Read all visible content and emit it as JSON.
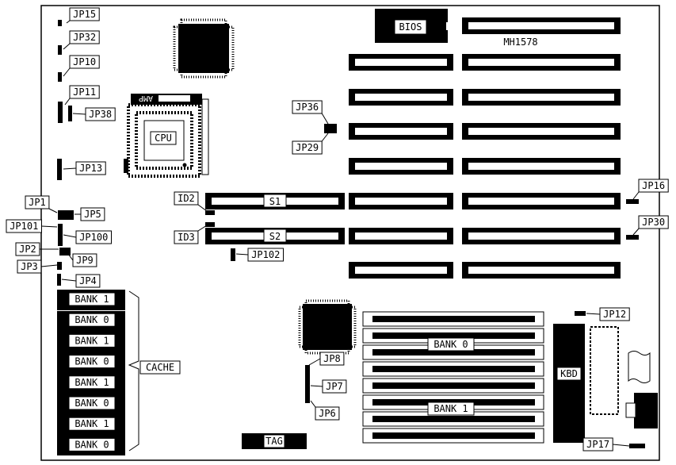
{
  "board": {
    "model": "MH1578",
    "bios": "BIOS",
    "cpu": "CPU",
    "socket_brand": "AMP",
    "kbd": "KBD",
    "tag": "TAG",
    "cache": "CACHE",
    "s1": "S1",
    "s2": "S2",
    "simm_bank0": "BANK 0",
    "simm_bank1": "BANK 1"
  },
  "cache_banks": [
    "BANK 1",
    "BANK 0",
    "BANK 1",
    "BANK 0",
    "BANK 1",
    "BANK 0",
    "BANK 1",
    "BANK 0"
  ],
  "jumpers": {
    "jp15": "JP15",
    "jp32": "JP32",
    "jp10": "JP10",
    "jp11": "JP11",
    "jp38": "JP38",
    "jp13": "JP13",
    "jp1": "JP1",
    "jp5": "JP5",
    "jp101": "JP101",
    "jp100": "JP100",
    "jp2": "JP2",
    "jp9": "JP9",
    "jp3": "JP3",
    "jp4": "JP4",
    "jp36": "JP36",
    "jp29": "JP29",
    "id2": "ID2",
    "id3": "ID3",
    "jp102": "JP102",
    "jp16": "JP16",
    "jp30": "JP30",
    "jp12": "JP12",
    "jp8": "JP8",
    "jp7": "JP7",
    "jp6": "JP6",
    "jp17": "JP17"
  }
}
